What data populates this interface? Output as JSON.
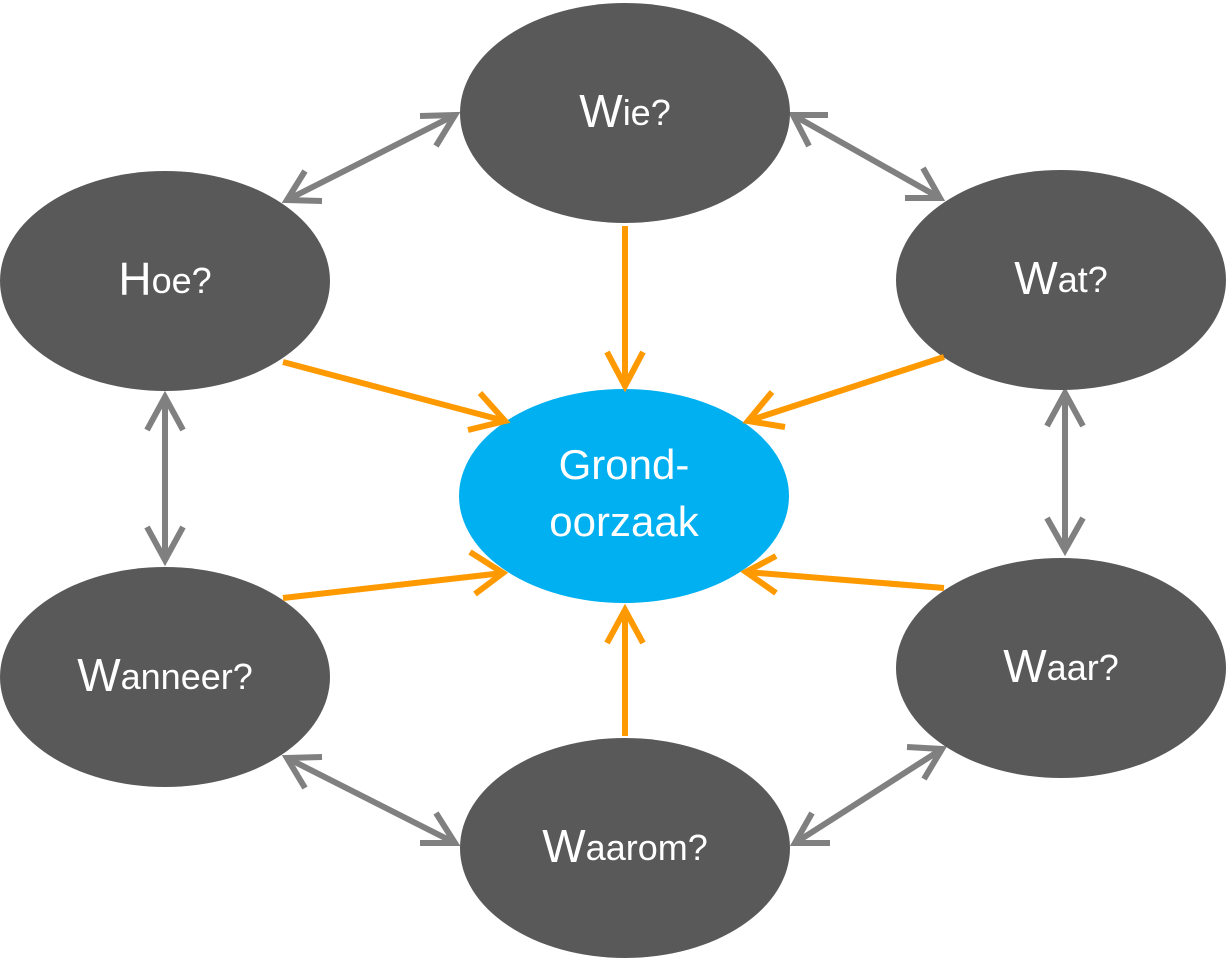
{
  "nodes": {
    "wie": {
      "initial": "W",
      "rest": "ie?"
    },
    "wat": {
      "initial": "W",
      "rest": "at?"
    },
    "waar": {
      "initial": "W",
      "rest": "aar?"
    },
    "waarom": {
      "initial": "W",
      "rest": "aarom?"
    },
    "wanneer": {
      "initial": "W",
      "rest": "anneer?"
    },
    "hoe": {
      "initial": "H",
      "rest": "oe?"
    }
  },
  "center": {
    "line1": "Grond-",
    "line2": "oorzaak"
  },
  "colors": {
    "node_fill": "#595959",
    "center_fill": "#00b0f0",
    "cycle_arrow": "#808080",
    "cause_arrow": "#ff9900",
    "text": "#ffffff"
  }
}
